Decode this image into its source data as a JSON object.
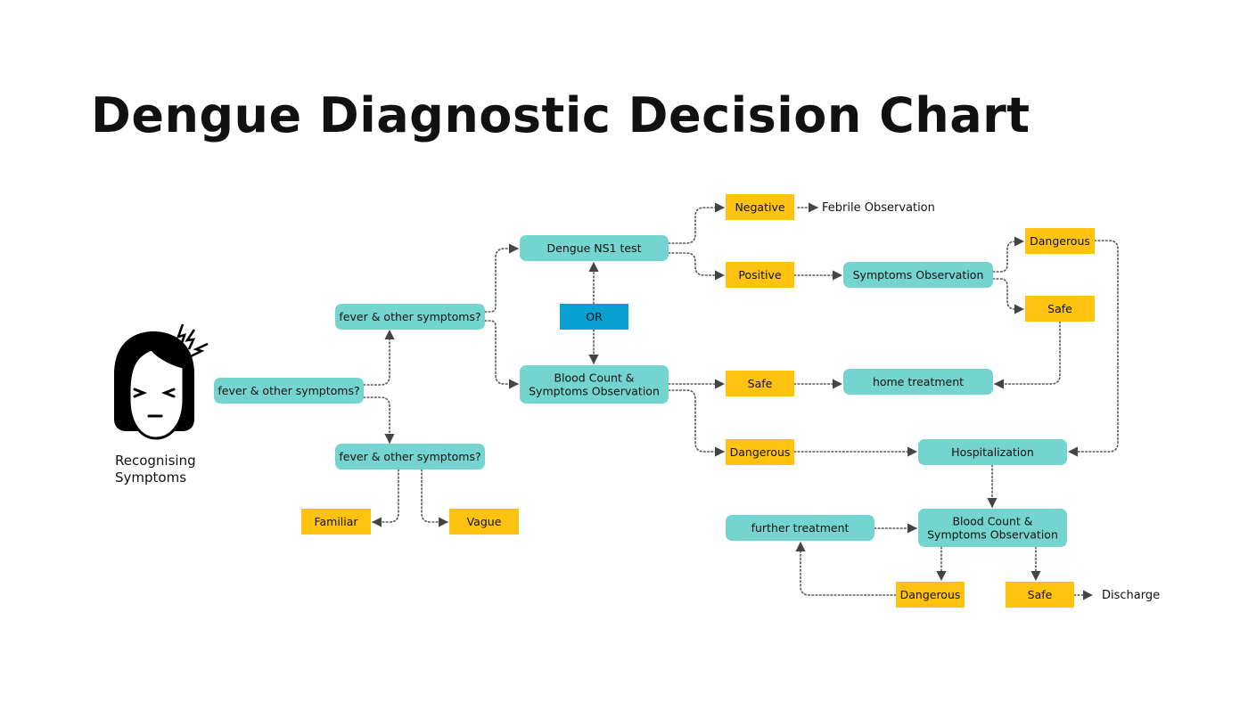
{
  "title": "Dengue Diagnostic Decision Chart",
  "colors": {
    "process": "#74d4cf",
    "outcome": "#ffc20e",
    "connector": "#0aa0d2",
    "edge": "#555555",
    "text": "#111111"
  },
  "figure": {
    "icon": "headache-face-icon",
    "caption_lines": [
      "Recognising",
      "Symptoms"
    ]
  },
  "nodes": {
    "q_root": {
      "type": "process",
      "label": [
        "fever & other symptoms?"
      ]
    },
    "q_upper": {
      "type": "process",
      "label": [
        "fever & other symptoms?"
      ]
    },
    "q_lower": {
      "type": "process",
      "label": [
        "fever & other symptoms?"
      ]
    },
    "familiar": {
      "type": "outcome",
      "label": [
        "Familiar"
      ]
    },
    "vague": {
      "type": "outcome",
      "label": [
        "Vague"
      ]
    },
    "ns1": {
      "type": "process",
      "label": [
        "Dengue NS1 test"
      ]
    },
    "or": {
      "type": "connector",
      "label": [
        "OR"
      ]
    },
    "blood1": {
      "type": "process",
      "label": [
        "Blood Count &",
        "Symptoms Observation"
      ]
    },
    "negative": {
      "type": "outcome",
      "label": [
        "Negative"
      ]
    },
    "febrile": {
      "type": "text",
      "label": [
        "Febrile Observation"
      ]
    },
    "positive": {
      "type": "outcome",
      "label": [
        "Positive"
      ]
    },
    "symobs": {
      "type": "process",
      "label": [
        "Symptoms Observation"
      ]
    },
    "dang_top": {
      "type": "outcome",
      "label": [
        "Dangerous"
      ]
    },
    "safe_top": {
      "type": "outcome",
      "label": [
        "Safe"
      ]
    },
    "safe_mid": {
      "type": "outcome",
      "label": [
        "Safe"
      ]
    },
    "home": {
      "type": "process",
      "label": [
        "home treatment"
      ]
    },
    "dang_mid": {
      "type": "outcome",
      "label": [
        "Dangerous"
      ]
    },
    "hosp": {
      "type": "process",
      "label": [
        "Hospitalization"
      ]
    },
    "further": {
      "type": "process",
      "label": [
        "further treatment"
      ]
    },
    "blood2": {
      "type": "process",
      "label": [
        "Blood Count &",
        "Symptoms Observation"
      ]
    },
    "dang_bot": {
      "type": "outcome",
      "label": [
        "Dangerous"
      ]
    },
    "safe_bot": {
      "type": "outcome",
      "label": [
        "Safe"
      ]
    },
    "discharge": {
      "type": "text",
      "label": [
        "Discharge"
      ]
    }
  },
  "edges": [
    [
      "q_root",
      "q_upper"
    ],
    [
      "q_root",
      "q_lower"
    ],
    [
      "q_lower",
      "familiar"
    ],
    [
      "q_lower",
      "vague"
    ],
    [
      "q_upper",
      "ns1"
    ],
    [
      "q_upper",
      "blood1"
    ],
    [
      "or",
      "ns1"
    ],
    [
      "or",
      "blood1"
    ],
    [
      "ns1",
      "negative"
    ],
    [
      "ns1",
      "positive"
    ],
    [
      "negative",
      "febrile"
    ],
    [
      "positive",
      "symobs"
    ],
    [
      "symobs",
      "dang_top"
    ],
    [
      "symobs",
      "safe_top"
    ],
    [
      "safe_top",
      "home"
    ],
    [
      "dang_top",
      "hosp"
    ],
    [
      "blood1",
      "safe_mid"
    ],
    [
      "blood1",
      "dang_mid"
    ],
    [
      "safe_mid",
      "home"
    ],
    [
      "dang_mid",
      "hosp"
    ],
    [
      "hosp",
      "blood2"
    ],
    [
      "further",
      "blood2"
    ],
    [
      "blood2",
      "dang_bot"
    ],
    [
      "blood2",
      "safe_bot"
    ],
    [
      "dang_bot",
      "further"
    ],
    [
      "safe_bot",
      "discharge"
    ]
  ]
}
